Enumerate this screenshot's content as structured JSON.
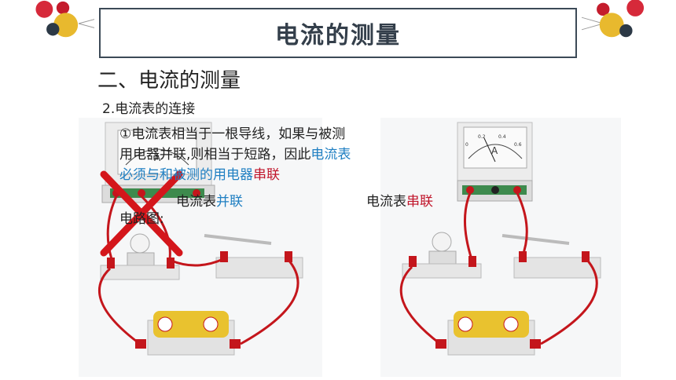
{
  "header": {
    "title": "电流的测量"
  },
  "section": {
    "heading": "二、电流的测量",
    "subheading": "2.电流表的连接"
  },
  "paragraph": {
    "line1": "①电流表相当于一根导线，如果与被测",
    "line2_a": "用电器并联,则相当于短路，因此",
    "line2_b": "电流表",
    "line3_a": "必须与和被测的用电器",
    "line3_b": "串联",
    "circuit_label": "电路图:"
  },
  "left_panel": {
    "label_a": "电流表",
    "label_b": "并联",
    "wrong_mark": "✕"
  },
  "right_panel": {
    "label_a": "电流表",
    "label_b": "串联"
  },
  "meter": {
    "symbol": "A",
    "ticks": [
      "0",
      "0.2",
      "0.4",
      "0.6"
    ]
  },
  "colors": {
    "accent_blue": "#1f7fc2",
    "accent_red": "#c0142a",
    "wire": "#c4161c",
    "cross": "#d4161b"
  }
}
